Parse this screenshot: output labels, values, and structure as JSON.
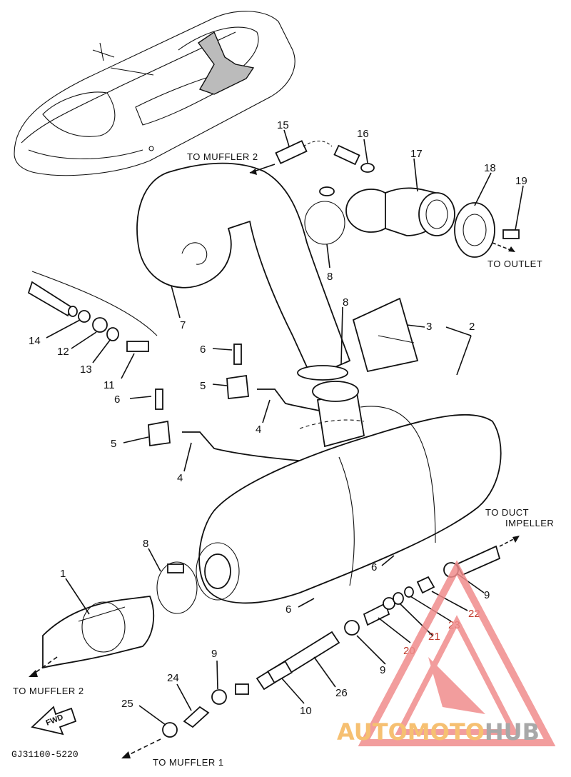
{
  "diagram_code": "GJ31100-5220",
  "labels": {
    "to_muffler_2_top": "TO MUFFLER 2",
    "to_outlet": "TO OUTLET",
    "to_duct_line1": "TO DUCT",
    "to_duct_line2": "IMPELLER",
    "to_muffler_2_bottom": "TO MUFFLER 2",
    "to_muffler_1": "TO MUFFLER 1",
    "fwd": "FWD"
  },
  "parts": [
    {
      "id": "p15",
      "number": "15"
    },
    {
      "id": "p16",
      "number": "16"
    },
    {
      "id": "p17",
      "number": "17"
    },
    {
      "id": "p18",
      "number": "18"
    },
    {
      "id": "p19",
      "number": "19"
    },
    {
      "id": "p8a",
      "number": "8"
    },
    {
      "id": "p7",
      "number": "7"
    },
    {
      "id": "p8b",
      "number": "8"
    },
    {
      "id": "p3",
      "number": "3"
    },
    {
      "id": "p2",
      "number": "2"
    },
    {
      "id": "p14",
      "number": "14"
    },
    {
      "id": "p12",
      "number": "12"
    },
    {
      "id": "p13",
      "number": "13"
    },
    {
      "id": "p11",
      "number": "11"
    },
    {
      "id": "p6a",
      "number": "6"
    },
    {
      "id": "p5a",
      "number": "5"
    },
    {
      "id": "p6b",
      "number": "6"
    },
    {
      "id": "p4a",
      "number": "4"
    },
    {
      "id": "p5b",
      "number": "5"
    },
    {
      "id": "p4b",
      "number": "4"
    },
    {
      "id": "p8c",
      "number": "8"
    },
    {
      "id": "p1",
      "number": "1"
    },
    {
      "id": "p6c",
      "number": "6"
    },
    {
      "id": "p6d",
      "number": "6"
    },
    {
      "id": "p9a",
      "number": "9"
    },
    {
      "id": "p22",
      "number": "22"
    },
    {
      "id": "p23",
      "number": "23"
    },
    {
      "id": "p21",
      "number": "21"
    },
    {
      "id": "p20",
      "number": "20"
    },
    {
      "id": "p9b",
      "number": "9"
    },
    {
      "id": "p9c",
      "number": "9"
    },
    {
      "id": "p24",
      "number": "24"
    },
    {
      "id": "p26",
      "number": "26"
    },
    {
      "id": "p10",
      "number": "10"
    },
    {
      "id": "p25",
      "number": "25"
    }
  ],
  "watermark": {
    "text_part1": "AUTOMOTO",
    "text_part2": "HUB",
    "color_primary": "#f08c8c",
    "color_secondary": "#f5b65a",
    "color_tertiary": "#9a9a9a"
  }
}
